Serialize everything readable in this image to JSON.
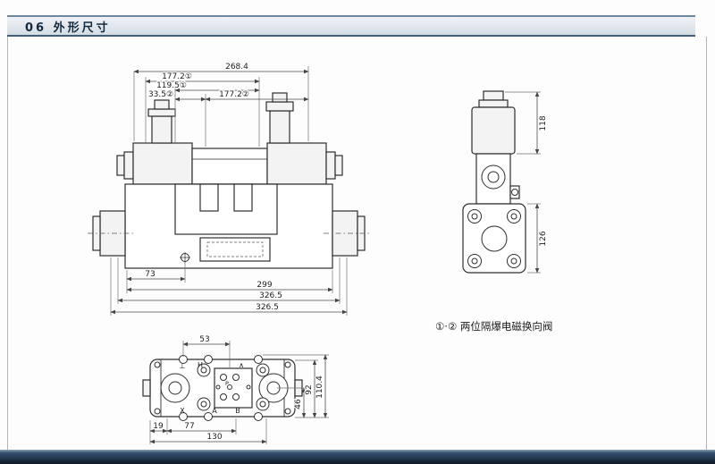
{
  "header": {
    "title": "06 外形尺寸"
  },
  "note": {
    "text": "①·② 两位隔爆电磁换向阀"
  },
  "front_view": {
    "dim_total_width": "268.4",
    "dim_177_left": "177.2①",
    "dim_119": "119.5①",
    "dim_33": "33.5②",
    "dim_177_right": "177.2②",
    "dim_73": "73",
    "dim_299": "299",
    "dim_326_a": "326.5",
    "dim_326_b": "326.5"
  },
  "side_view": {
    "dim_height_top": "118",
    "dim_height_flange": "126"
  },
  "top_view": {
    "dim_53": "53",
    "dim_46": "46",
    "dim_92": "92",
    "dim_110": "110.4",
    "dim_19": "19",
    "dim_77": "77",
    "dim_130": "130",
    "port_top_1": "⊥",
    "port_top_2": "H",
    "port_top_3": "∧",
    "port_bottom_1": "X",
    "port_bottom_2": "A",
    "port_bottom_3": "B",
    "port_center": "P"
  }
}
